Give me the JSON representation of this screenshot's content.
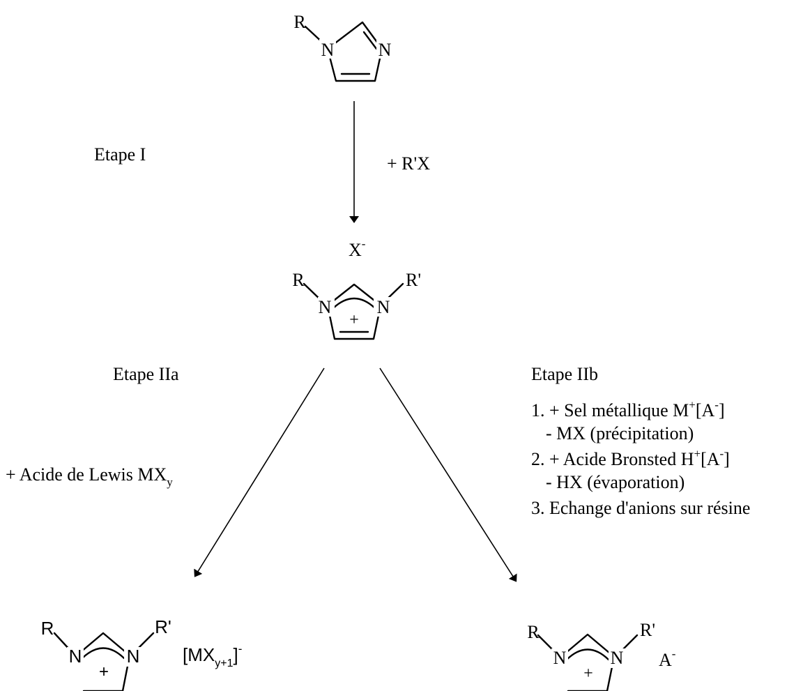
{
  "atoms": {
    "R": "R",
    "R2": "R'",
    "N": "N",
    "plus": "+"
  },
  "step1": {
    "label": "Etape I",
    "reagent": "+ R'X",
    "counterion_base": "X",
    "counterion_charge": "-"
  },
  "step2a": {
    "label": "Etape IIa",
    "reagent_base": "+ Acide de Lewis MX",
    "reagent_sub": "y",
    "anion_open": "[MX",
    "anion_sub": "y+1",
    "anion_close": "]",
    "anion_charge": "-"
  },
  "step2b": {
    "label": "Etape IIb",
    "item1_a": "1. + Sel métallique M",
    "item1_sup1": "+",
    "item1_b": "[A",
    "item1_sup2": "-",
    "item1_c": "]",
    "item1_sub": "- MX (précipitation)",
    "item2_a": "2. + Acide Bronsted H",
    "item2_sup1": "+",
    "item2_b": "[A",
    "item2_sup2": "-",
    "item2_c": "]",
    "item2_sub": "- HX (évaporation)",
    "item3": "3. Echange d'anions sur résine",
    "anion_base": "A",
    "anion_charge": "-"
  }
}
